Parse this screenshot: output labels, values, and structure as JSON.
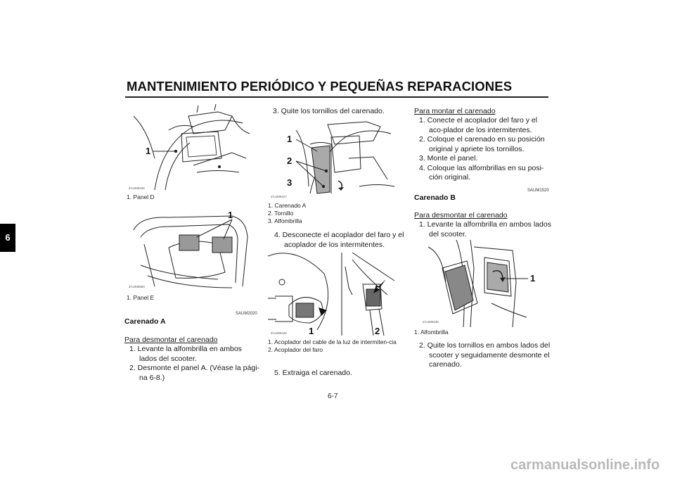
{
  "page": {
    "title": "MANTENIMIENTO PERIÓDICO Y PEQUEÑAS REPARACIONES",
    "chapter_tab": "6",
    "page_number": "6-7",
    "watermark": "carmanualsonline.info"
  },
  "col1": {
    "fig1": {
      "code": "ZAUM0426",
      "callouts": [
        "1"
      ],
      "caption": "1. Panel D"
    },
    "fig2": {
      "code": "ZAUM0580",
      "callouts": [
        "1"
      ],
      "caption": "1. Panel E"
    },
    "ref": "SAUM2020",
    "heading": "Carenado A",
    "subheading": "Para desmontar el carenado",
    "steps": [
      "1. Levante la alfombrilla en ambos lados del scooter.",
      "2. Desmonte el panel A. (Véase la pági-na 6-8.)"
    ]
  },
  "col2": {
    "step3": "3. Quite los tornillos del carenado.",
    "fig3": {
      "code": "ZAUM0427",
      "callouts": [
        "1",
        "2",
        "3"
      ],
      "captions": [
        "1. Carenado A",
        "2. Tornillo",
        "3. Alfombrilla"
      ]
    },
    "step4": "4. Desconecte el acoplador del faro y el acoplador de los intermitentes.",
    "fig4": {
      "code": "ZAUM0428",
      "callouts": [
        "1",
        "2"
      ],
      "captions": [
        "1. Acoplador del cable de la luz de intermiten-cia",
        "2. Acoplador del faro"
      ]
    },
    "step5": "5. Extraiga el carenado."
  },
  "col3": {
    "subheading1": "Para montar el carenado",
    "steps1": [
      "1. Conecte el acoplador del faro y el aco-plador de los intermitentes.",
      "2. Coloque el carenado en su posición original y apriete los tornillos.",
      "3. Monte el panel.",
      "4. Coloque las alfombrillas en su posi-ción original."
    ],
    "ref": "SAUM1520",
    "heading": "Carenado B",
    "subheading2": "Para desmontar el carenado",
    "steps2a": [
      "1. Levante la alfombrilla en ambos lados del scooter."
    ],
    "fig5": {
      "code": "ZAUM0436",
      "callouts": [
        "1"
      ],
      "caption": "1. Alfombrilla"
    },
    "steps2b": [
      "2. Quite los tornillos en ambos lados del scooter y seguidamente desmonte el carenado."
    ]
  }
}
